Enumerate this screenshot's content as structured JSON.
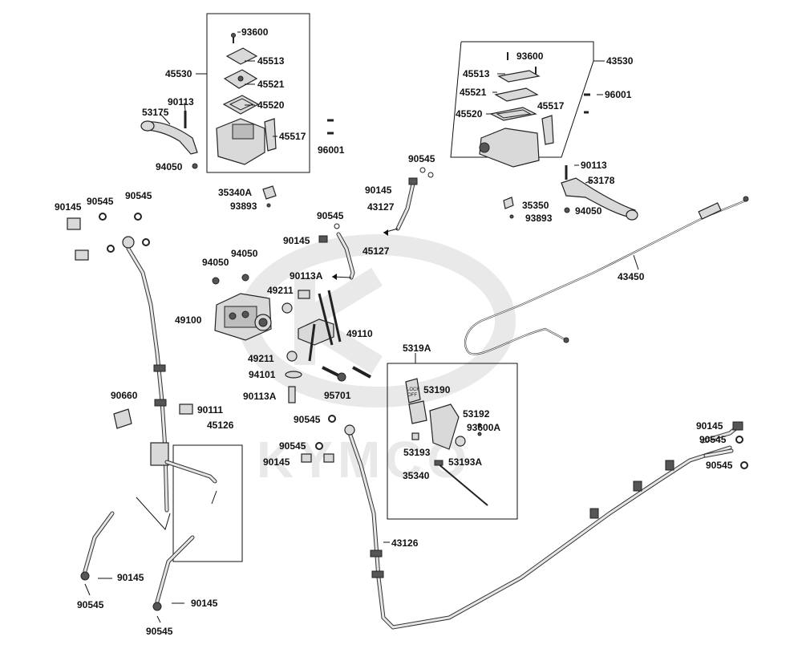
{
  "watermark": {
    "brand": "KYMCO"
  },
  "labels": {
    "l93600a": "93600",
    "l45513a": "45513",
    "l45530": "45530",
    "l45521a": "45521",
    "l90113a": "90113",
    "l53175": "53175",
    "l45520a": "45520",
    "l45517a": "45517",
    "l96001a": "96001",
    "l94050a": "94050",
    "l93600b": "93600",
    "l43530": "43530",
    "l45513b": "45513",
    "l45521b": "45521",
    "l96001b": "96001",
    "l45520b": "45520",
    "l45517b": "45517",
    "l90545a": "90545",
    "l90145a": "90145",
    "l43127": "43127",
    "l90113b": "90113",
    "l53178": "53178",
    "l35340a": "35340A",
    "l93893a": "93893",
    "l35350": "35350",
    "l94050b": "94050",
    "l93893b": "93893",
    "l90145b": "90145",
    "l90545b": "90545",
    "l90545c": "90545",
    "l90545d": "90545",
    "l90145c": "90145",
    "l45127": "45127",
    "l94050c": "94050",
    "l94050d": "94050",
    "l90113Aa": "90113A",
    "l49211a": "49211",
    "l49100": "49100",
    "l49110": "49110",
    "l49211b": "49211",
    "l94101": "94101",
    "l95701": "95701",
    "l90113Ab": "90113A",
    "l43450": "43450",
    "l5319A": "5319A",
    "l53190": "53190",
    "l53192": "53192",
    "l93600A": "93600A",
    "l53193": "53193",
    "l53193A": "53193A",
    "l35340": "35340",
    "l90660": "90660",
    "l90111": "90111",
    "l45126": "45126",
    "l90545e": "90545",
    "l90545f": "90545",
    "l90145d": "90145",
    "l43126": "43126",
    "l90145e": "90145",
    "l90545g": "90545",
    "l90545h": "90545",
    "l90145f": "90145",
    "l90545i": "90545",
    "l90145g": "90145",
    "l90545j": "90545"
  },
  "tags": {
    "lock": "LOCK",
    "off": "OFF"
  }
}
